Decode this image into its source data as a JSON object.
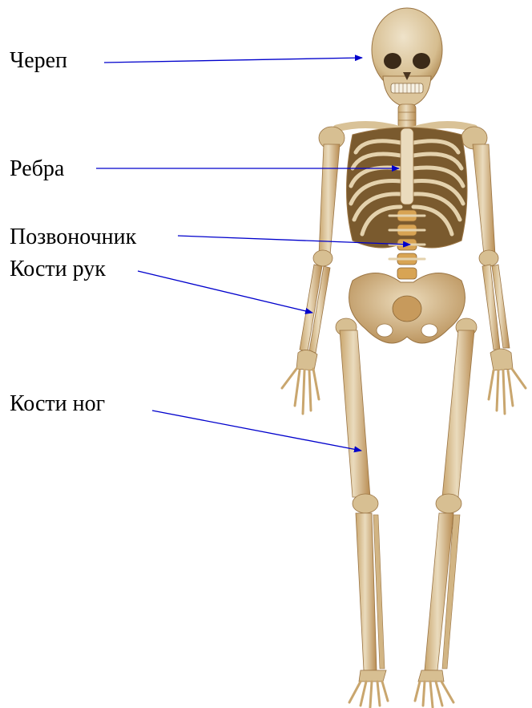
{
  "labels": {
    "skull": "Череп",
    "ribs": "Ребра",
    "spine": "Позвоночник",
    "arm_bones": "Кости рук",
    "leg_bones": "Кости ног"
  },
  "colors": {
    "arrow": "#0000cc",
    "bone": "#e3d2b0",
    "bone_shade": "#b98f55",
    "bone_dark": "#8a6433"
  }
}
